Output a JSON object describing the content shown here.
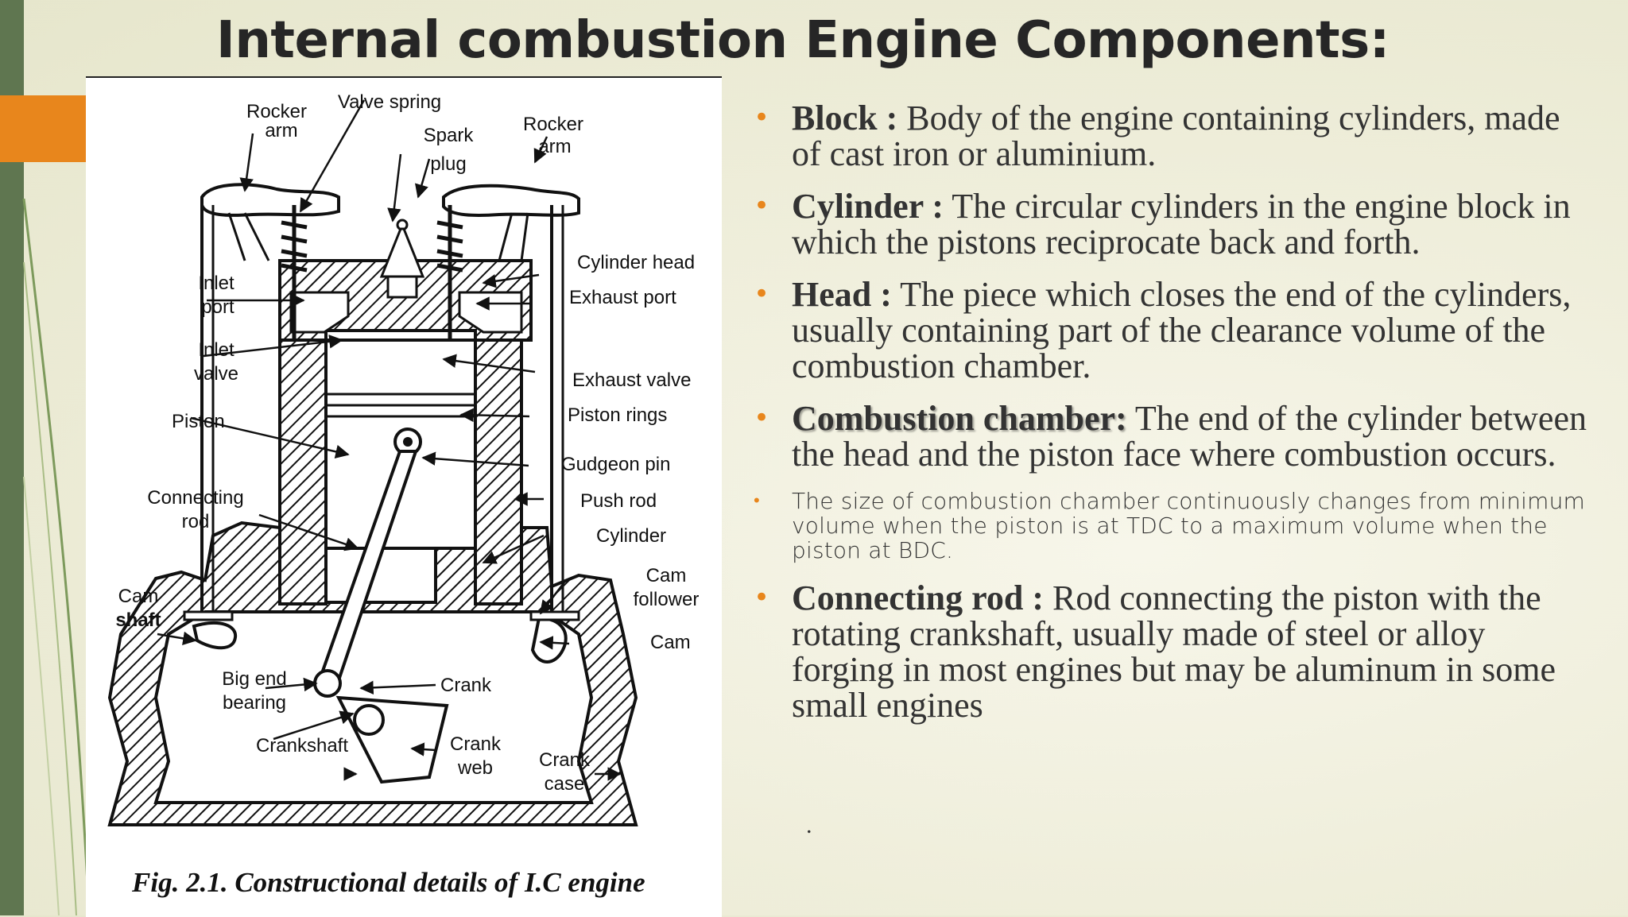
{
  "slide": {
    "title": "Internal combustion Engine Components:",
    "accent_color": "#e8861c",
    "side_bar_color": "#5f7650",
    "trailing_mark": "."
  },
  "figure": {
    "caption": "Fig. 2.1. Constructional details of I.C engine",
    "labels": {
      "rocker_arm_left": [
        "Rocker",
        "arm"
      ],
      "valve_spring": "Valve spring",
      "spark_plug": [
        "Spark",
        "plug"
      ],
      "rocker_arm_right": [
        "Rocker",
        "arm"
      ],
      "cylinder_head": "Cylinder head",
      "exhaust_port": "Exhaust port",
      "inlet_port": [
        "Inlet",
        "port"
      ],
      "inlet_valve": [
        "Inlet",
        "valve"
      ],
      "exhaust_valve": "Exhaust valve",
      "piston": "Piston",
      "piston_rings": "Piston rings",
      "gudgeon_pin": "Gudgeon pin",
      "connecting_rod": [
        "Connecting",
        "rod"
      ],
      "push_rod": "Push rod",
      "cylinder": "Cylinder",
      "cam_shaft": [
        "Cam",
        "shaft"
      ],
      "cam_follower": [
        "Cam",
        "follower"
      ],
      "cam": "Cam",
      "big_end_bearing": [
        "Big end",
        "bearing"
      ],
      "crank": "Crank",
      "crankshaft": "Crankshaft",
      "crank_web": [
        "Crank",
        "web"
      ],
      "crank_case": [
        "Crank",
        "case"
      ]
    }
  },
  "bullets": [
    {
      "term": "Block :",
      "text": " Body of the engine containing cylinders, made of cast iron or aluminium."
    },
    {
      "term": "Cylinder :",
      "text": " The circular cylinders in the engine block in which the pistons reciprocate back and forth."
    },
    {
      "term": "Head :",
      "text": " The piece which closes the end of the cylinders, usually containing part of the clearance volume of the combustion chamber."
    },
    {
      "term": "Combustion chamber:",
      "text": " The end of the cylinder between the head and the piston face where combustion occurs."
    },
    {
      "text": "The size of combustion chamber continuously changes from minimum volume when the piston is at TDC to a maximum volume when the piston at  BDC."
    },
    {
      "term": "Connecting rod :",
      "text": " Rod connecting the piston with the rotating crankshaft, usually made of steel or alloy forging in most engines but may be aluminum in some small engines"
    }
  ]
}
